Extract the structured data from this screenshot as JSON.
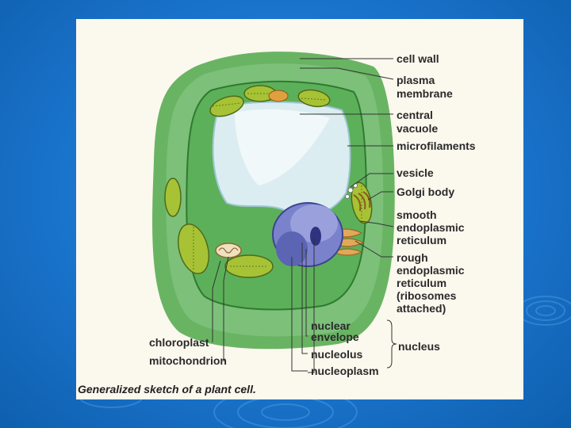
{
  "diagram": {
    "caption": "Generalized sketch of a plant cell.",
    "labels": {
      "cell_wall": "cell wall",
      "plasma_membrane": [
        "plasma",
        "membrane"
      ],
      "central_vacuole": [
        "central",
        "vacuole"
      ],
      "microfilaments": "microfilaments",
      "vesicle": "vesicle",
      "golgi_body": "Golgi body",
      "smooth_er": [
        "smooth",
        "endoplasmic",
        "reticulum"
      ],
      "rough_er": [
        "rough",
        "endoplasmic",
        "reticulum",
        "(ribosomes",
        "attached)"
      ],
      "nuclear_envelope": [
        "nuclear",
        "envelope"
      ],
      "nucleolus": "nucleolus",
      "nucleoplasm": "nucleoplasm",
      "nucleus": "nucleus",
      "chloroplast": "chloroplast",
      "mitochondrion": "mitochondrion"
    }
  },
  "colors": {
    "background": "#1a74cc",
    "card": "#fbf8ee",
    "cell_wall": "#3c9a3c",
    "cytoplasm": "#7cc07a",
    "vacuole": "#d8ecf0",
    "chloroplast": "#9ab82e",
    "nucleus": "#6a74c0",
    "rough_er": "#d89a4a"
  }
}
